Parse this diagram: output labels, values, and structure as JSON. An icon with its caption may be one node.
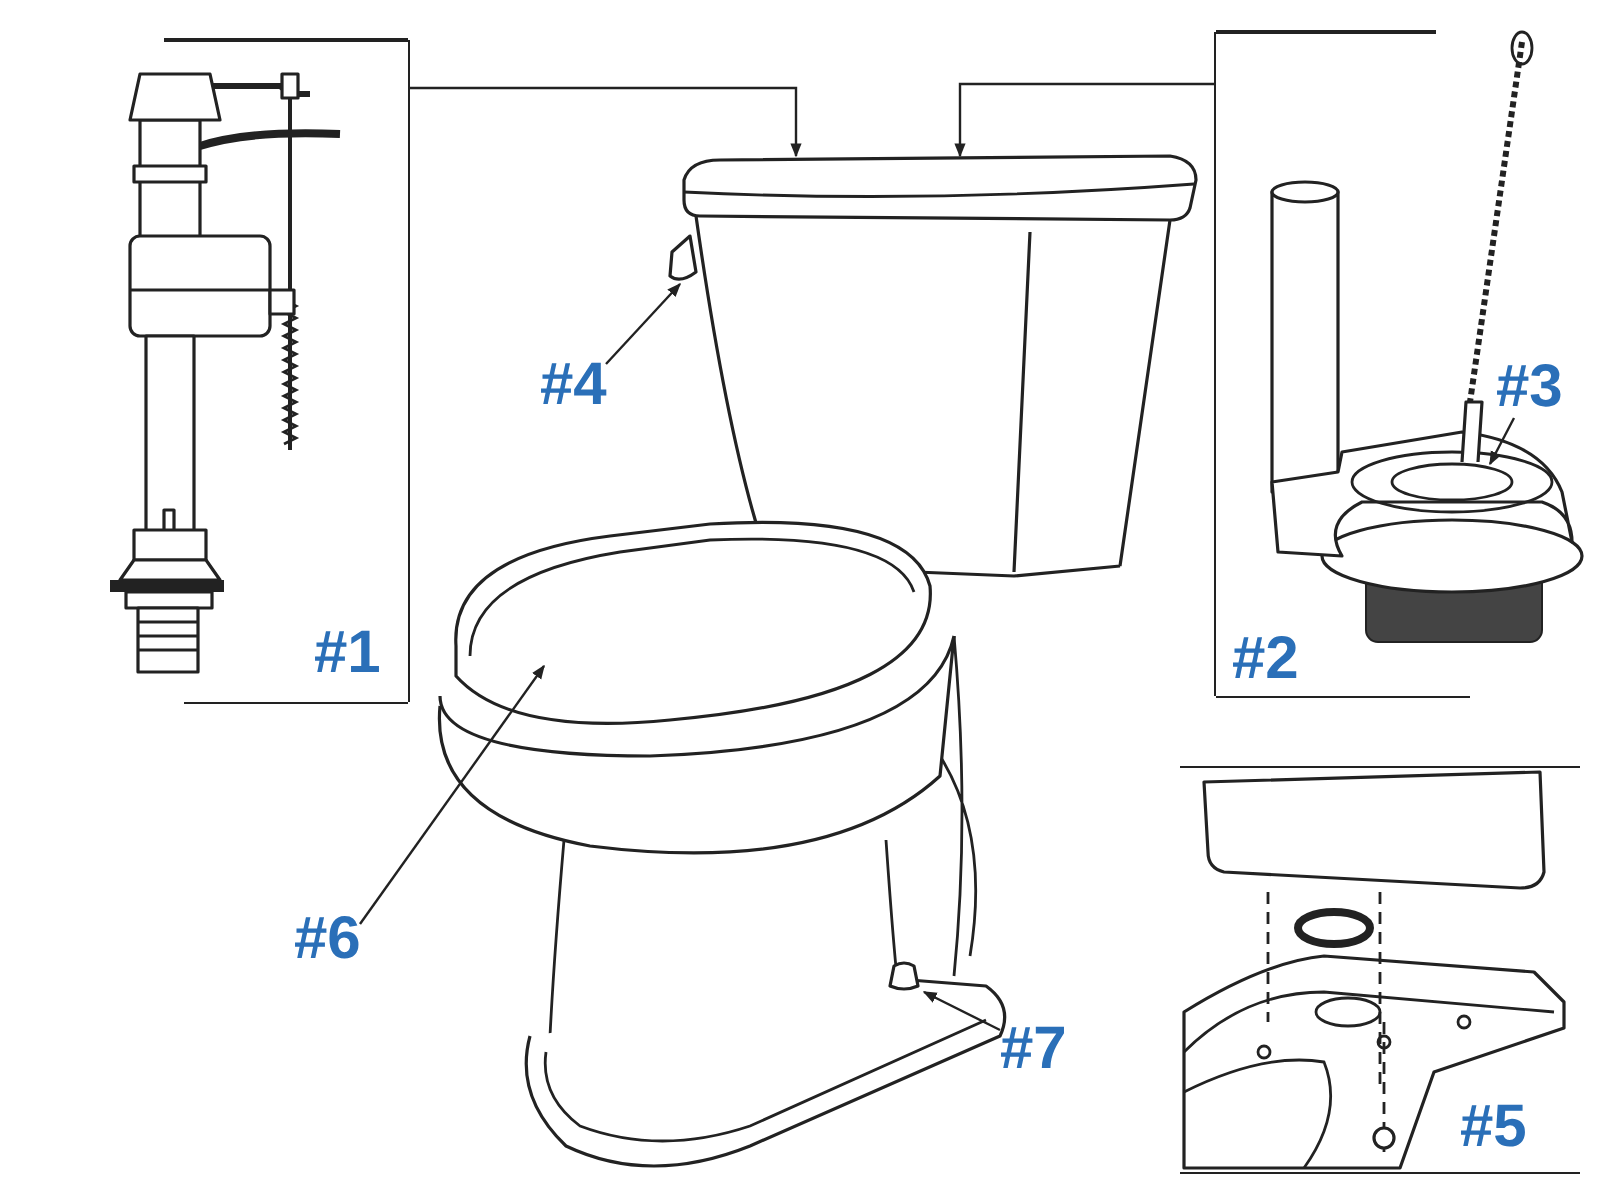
{
  "diagram": {
    "nodes": [
      {
        "text": [
          "#1"
        ]
      },
      {
        "text": [],
        "shape": "picture",
        "in": 0
      },
      {
        "text": [
          "#2"
        ]
      },
      {
        "text": [],
        "shape": "picture",
        "in": 2
      },
      {
        "text": [
          "#3"
        ],
        "in": 3
      },
      {
        "text": [],
        "shape": "picture"
      },
      {
        "text": [
          "#4"
        ],
        "in": 5
      },
      {
        "text": [
          "#6"
        ]
      },
      {
        "text": [
          "#7"
        ],
        "in": 5
      },
      {
        "text": [],
        "shape": "box"
      },
      {
        "text": [],
        "shape": "picture",
        "in": 9
      },
      {
        "text": [
          "#5"
        ],
        "in": 10
      }
    ],
    "edges": [
      {
        "from": 0,
        "to": 5,
        "arrow": "to"
      },
      {
        "from": 2,
        "to": 5,
        "arrow": "to"
      },
      {
        "from": 4,
        "to": 3,
        "arrow": "to"
      },
      {
        "from": 6,
        "to": 5,
        "arrow": "to"
      },
      {
        "from": 7,
        "to": 5,
        "arrow": "to"
      },
      {
        "from": 8,
        "to": 5,
        "arrow": "to"
      }
    ]
  }
}
